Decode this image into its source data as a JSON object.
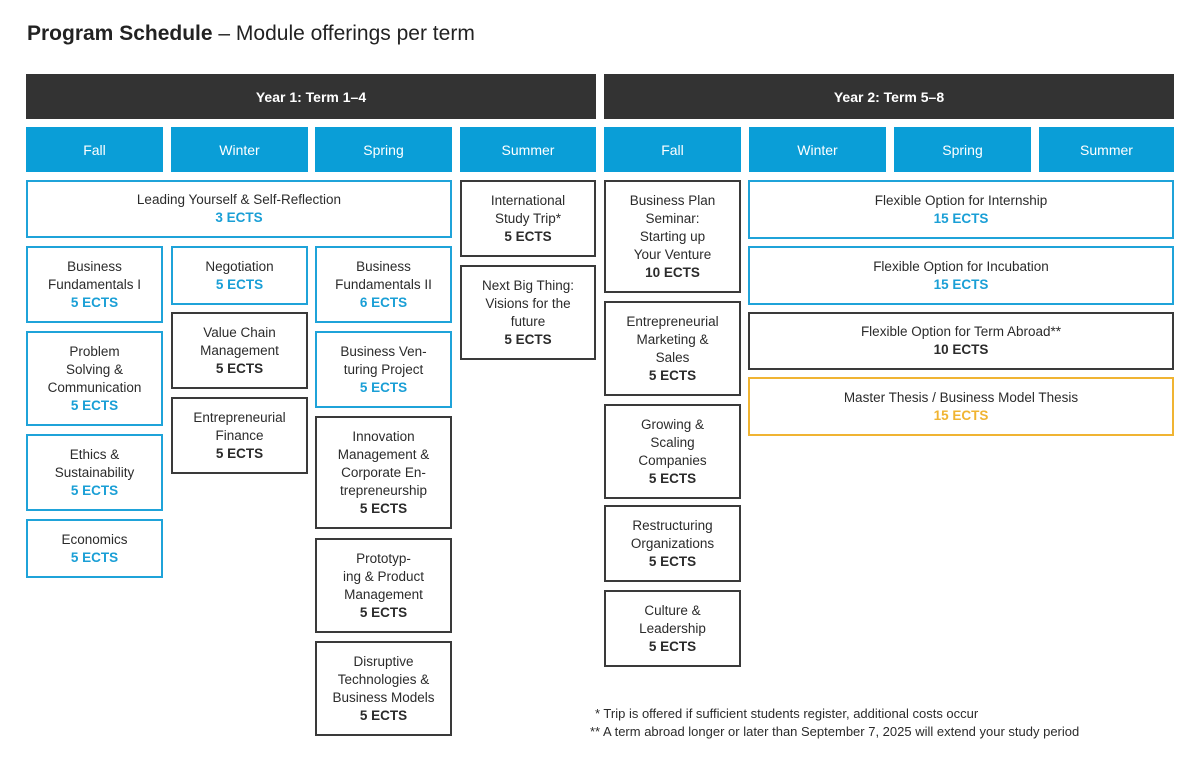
{
  "title": {
    "bold": "Program Schedule",
    "rest": " – Module offerings per term"
  },
  "years": [
    {
      "label": "Year 1: Term 1–4"
    },
    {
      "label": "Year 2: Term 5–8"
    }
  ],
  "seasons": [
    "Fall",
    "Winter",
    "Spring",
    "Summer",
    "Fall",
    "Winter",
    "Spring",
    "Summer"
  ],
  "modules": [
    {
      "lines": [
        "Leading Yourself & Self-Reflection"
      ],
      "ects": "3 ECTS",
      "style": "blue"
    },
    {
      "lines": [
        "Business",
        "Fundamentals I"
      ],
      "ects": "5 ECTS",
      "style": "blue"
    },
    {
      "lines": [
        "Problem",
        "Solving &",
        "Communication"
      ],
      "ects": "5 ECTS",
      "style": "blue"
    },
    {
      "lines": [
        "Ethics &",
        "Sustainability"
      ],
      "ects": "5 ECTS",
      "style": "blue"
    },
    {
      "lines": [
        "Economics"
      ],
      "ects": "5 ECTS",
      "style": "blue"
    },
    {
      "lines": [
        "Negotiation"
      ],
      "ects": "5 ECTS",
      "style": "blue"
    },
    {
      "lines": [
        "Value Chain",
        "Management"
      ],
      "ects": "5 ECTS",
      "style": "dark"
    },
    {
      "lines": [
        "Entrepreneurial",
        "Finance"
      ],
      "ects": "5 ECTS",
      "style": "dark"
    },
    {
      "lines": [
        "Business",
        "Fundamentals II"
      ],
      "ects": "6 ECTS",
      "style": "blue"
    },
    {
      "lines": [
        "Business Ven-",
        "turing Project"
      ],
      "ects": "5 ECTS",
      "style": "blue"
    },
    {
      "lines": [
        "Innovation",
        "Management &",
        "Corporate En-",
        "trepreneurship"
      ],
      "ects": "5 ECTS",
      "style": "dark"
    },
    {
      "lines": [
        "Prototyp-",
        "ing & Product",
        "Management"
      ],
      "ects": "5 ECTS",
      "style": "dark"
    },
    {
      "lines": [
        "Disruptive",
        "Technologies &",
        "Business Models"
      ],
      "ects": "5 ECTS",
      "style": "dark"
    },
    {
      "lines": [
        "International",
        "Study Trip*"
      ],
      "ects": "5 ECTS",
      "style": "dark"
    },
    {
      "lines": [
        "Next Big Thing:",
        "Visions for the",
        "future"
      ],
      "ects": "5 ECTS",
      "style": "dark"
    },
    {
      "lines": [
        "Business Plan",
        "Seminar:",
        "Starting up",
        "Your Venture"
      ],
      "ects": "10 ECTS",
      "style": "dark"
    },
    {
      "lines": [
        "Entrepreneurial",
        "Marketing &",
        "Sales"
      ],
      "ects": "5 ECTS",
      "style": "dark"
    },
    {
      "lines": [
        "Growing &",
        "Scaling",
        "Companies"
      ],
      "ects": "5 ECTS",
      "style": "dark"
    },
    {
      "lines": [
        "Restructuring",
        "Organizations"
      ],
      "ects": "5 ECTS",
      "style": "dark"
    },
    {
      "lines": [
        "Culture &",
        "Leadership"
      ],
      "ects": "5 ECTS",
      "style": "dark"
    },
    {
      "lines": [
        "Flexible Option for Internship"
      ],
      "ects": "15 ECTS",
      "style": "blue"
    },
    {
      "lines": [
        "Flexible Option for Incubation"
      ],
      "ects": "15 ECTS",
      "style": "blue"
    },
    {
      "lines": [
        "Flexible Option for Term Abroad**"
      ],
      "ects": "10 ECTS",
      "style": "dark"
    },
    {
      "lines": [
        "Master Thesis / Business Model Thesis"
      ],
      "ects": "15 ECTS",
      "style": "yellow"
    }
  ],
  "footnotes": [
    "* Trip is offered if sufficient students register, additional costs occur",
    "** A term abroad longer or later than September 7, 2025 will extend your study period"
  ]
}
